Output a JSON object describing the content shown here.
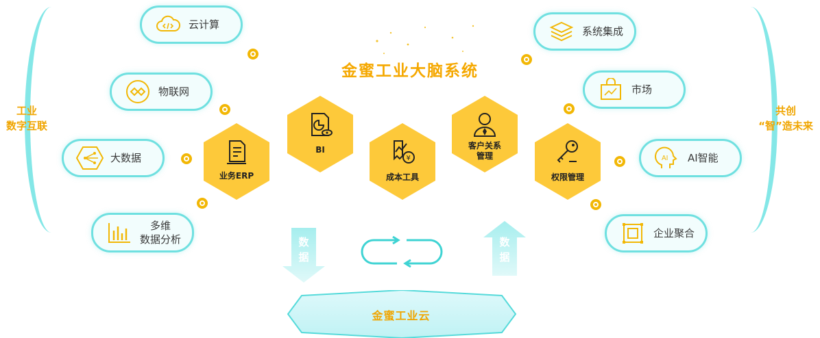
{
  "title": "金蜜工业大脑系统",
  "left_side": {
    "line1": "工业",
    "line2": "数字互联"
  },
  "right_side": {
    "line1": "共创",
    "line2": "“智”造未来"
  },
  "left_bubbles": [
    {
      "label": "云计算",
      "icon": "cloud-code-icon"
    },
    {
      "label": "物联网",
      "icon": "iot-link-icon"
    },
    {
      "label": "大数据",
      "icon": "big-data-icon"
    },
    {
      "label_line1": "多维",
      "label_line2": "数据分析",
      "icon": "bar-chart-icon"
    }
  ],
  "right_bubbles": [
    {
      "label": "系统集成",
      "icon": "layers-icon"
    },
    {
      "label": "市场",
      "icon": "market-bag-icon"
    },
    {
      "label": "AI智能",
      "icon": "ai-head-icon"
    },
    {
      "label": "企业聚合",
      "icon": "aggregate-icon"
    }
  ],
  "modules": [
    {
      "label": "业务ERP",
      "icon": "document-icon"
    },
    {
      "label": "BI",
      "icon": "report-pie-icon"
    },
    {
      "label": "成本工具",
      "icon": "cost-chart-icon"
    },
    {
      "label_line1": "客户关系",
      "label_line2": "管理",
      "icon": "customer-icon"
    },
    {
      "label": "权限管理",
      "icon": "key-icon"
    }
  ],
  "flow": {
    "down_label": "数据",
    "up_label": "数据"
  },
  "cloud": {
    "label": "金蜜工业云"
  },
  "colors": {
    "accent": "#f5a800",
    "hex_fill": "#fdc93a",
    "cyan": "#6fe0e0",
    "arrow": "#a6eeee"
  }
}
